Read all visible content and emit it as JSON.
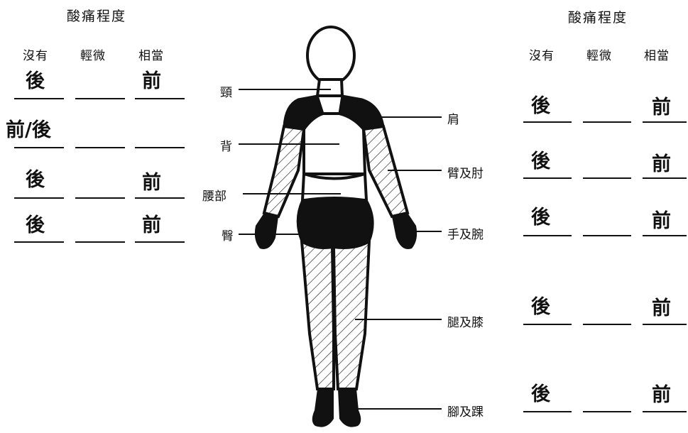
{
  "left_panel": {
    "heading": "酸痛程度",
    "columns": [
      "沒有",
      "輕微",
      "相當"
    ],
    "rows": [
      {
        "none": "後",
        "mild": "",
        "severe": "前"
      },
      {
        "none": "前/後",
        "mild": "",
        "severe": ""
      },
      {
        "none": "後",
        "mild": "",
        "severe": "前"
      },
      {
        "none": "後",
        "mild": "",
        "severe": "前"
      }
    ]
  },
  "right_panel": {
    "heading": "酸痛程度",
    "columns": [
      "沒有",
      "輕微",
      "相當"
    ],
    "rows": [
      {
        "none": "後",
        "mild": "",
        "severe": "前"
      },
      {
        "none": "後",
        "mild": "",
        "severe": "前"
      },
      {
        "none": "後",
        "mild": "",
        "severe": "前"
      },
      {
        "none": "後",
        "mild": "",
        "severe": "前"
      },
      {
        "none": "後",
        "mild": "",
        "severe": "前"
      }
    ]
  },
  "body_labels": {
    "neck": "頸",
    "back": "背",
    "lower_back": "腰部",
    "buttocks": "臀",
    "shoulder": "肩",
    "arm_elbow": "臂及肘",
    "hand_wrist": "手及腕",
    "leg_knee": "腿及膝",
    "foot_ankle": "腳及踝"
  },
  "colors": {
    "ink": "#111111",
    "background": "#ffffff"
  }
}
